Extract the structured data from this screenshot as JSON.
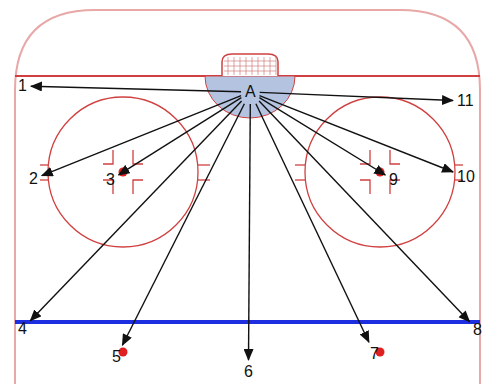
{
  "diagram": {
    "nodes": [
      {
        "text": [
          "A"
        ]
      },
      {
        "text": [
          "1"
        ]
      },
      {
        "text": [
          "2"
        ]
      },
      {
        "text": [
          "3"
        ]
      },
      {
        "text": [
          "4"
        ]
      },
      {
        "text": [
          "5"
        ]
      },
      {
        "text": [
          "6"
        ]
      },
      {
        "text": [
          "7"
        ]
      },
      {
        "text": [
          "8"
        ]
      },
      {
        "text": [
          "9"
        ]
      },
      {
        "text": [
          "10"
        ]
      },
      {
        "text": [
          "11"
        ]
      }
    ],
    "edges": [
      {
        "from": 0,
        "to": 1,
        "arrow": "to"
      },
      {
        "from": 0,
        "to": 2,
        "arrow": "to"
      },
      {
        "from": 0,
        "to": 3,
        "arrow": "to"
      },
      {
        "from": 0,
        "to": 4,
        "arrow": "to"
      },
      {
        "from": 0,
        "to": 5,
        "arrow": "to"
      },
      {
        "from": 0,
        "to": 6,
        "arrow": "to"
      },
      {
        "from": 0,
        "to": 7,
        "arrow": "to"
      },
      {
        "from": 0,
        "to": 8,
        "arrow": "to"
      },
      {
        "from": 0,
        "to": 9,
        "arrow": "to"
      },
      {
        "from": 0,
        "to": 10,
        "arrow": "to"
      },
      {
        "from": 0,
        "to": 11,
        "arrow": "to"
      }
    ]
  }
}
